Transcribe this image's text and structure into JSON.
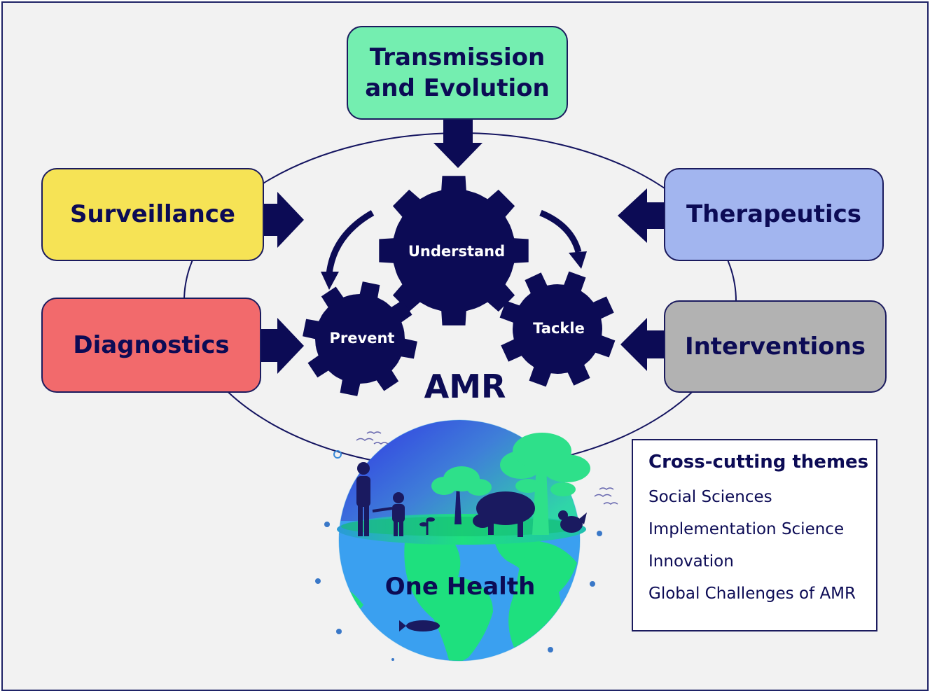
{
  "themes": {
    "transmission_line1": "Transmission",
    "transmission_line2": "and Evolution",
    "surveillance": "Surveillance",
    "diagnostics": "Diagnostics",
    "therapeutics": "Therapeutics",
    "interventions": "Interventions"
  },
  "gears": {
    "understand": "Understand",
    "prevent": "Prevent",
    "tackle": "Tackle"
  },
  "center_label": "AMR",
  "globe_label": "One Health",
  "cross_cutting": {
    "title": "Cross-cutting themes",
    "items": [
      "Social Sciences",
      "Implementation Science",
      "Innovation",
      "Global Challenges of AMR"
    ]
  },
  "colors": {
    "navy": "#0c0b55",
    "transmission": "#74eeb0",
    "surveillance": "#f6e355",
    "diagnostics": "#f26a6c",
    "therapeutics": "#a2b5ef",
    "interventions": "#b2b2b2",
    "globe_ocean": "#3aa0f0",
    "globe_land": "#1ee07e"
  },
  "icons": [
    "gear-icon",
    "cycle-arrow-icon",
    "globe-icon",
    "tree-icon",
    "cow-icon",
    "hen-icon",
    "person-icon",
    "fish-icon",
    "bird-icon"
  ]
}
